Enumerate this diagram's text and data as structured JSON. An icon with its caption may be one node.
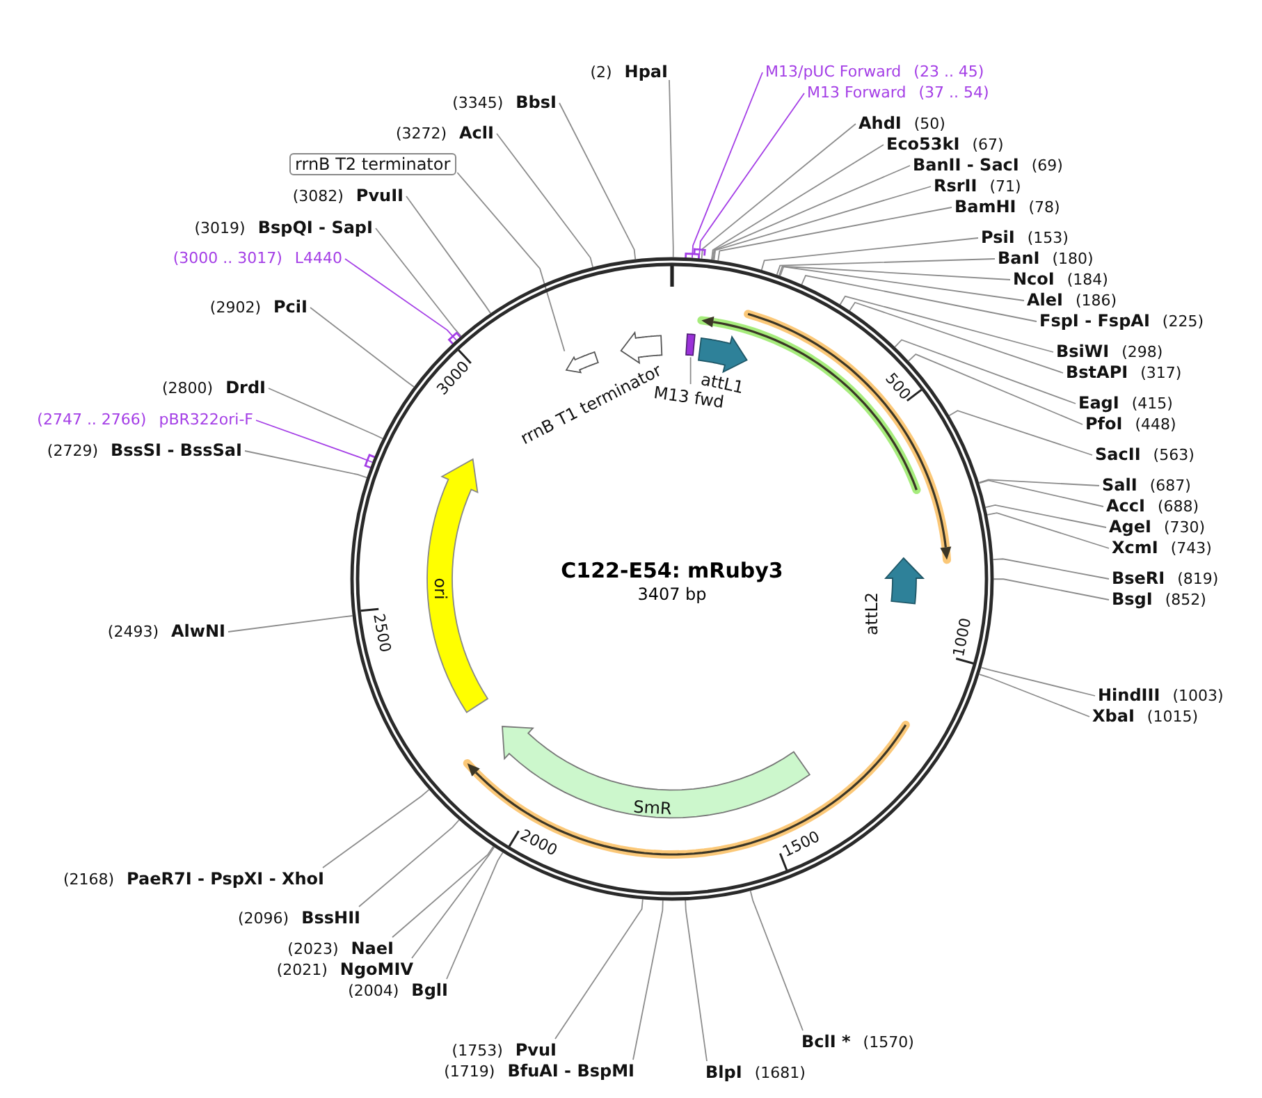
{
  "diagram": {
    "title": "C122-E54: mRuby3",
    "nodes": [
      {
        "text": [
          "(2)",
          "HpaI"
        ]
      },
      {
        "text": [
          "M13/pUC Forward",
          "(23 .. 45)"
        ]
      },
      {
        "text": [
          "M13 Forward",
          "(37 .. 54)"
        ]
      },
      {
        "text": [
          "AhdI",
          "(50)"
        ]
      },
      {
        "text": [
          "Eco53kI",
          "(67)"
        ]
      },
      {
        "text": [
          "BanII - SacI",
          "(69)"
        ]
      },
      {
        "text": [
          "RsrII",
          "(71)"
        ]
      },
      {
        "text": [
          "BamHI",
          "(78)"
        ]
      },
      {
        "text": [
          "PsiI",
          "(153)"
        ]
      },
      {
        "text": [
          "BanI",
          "(180)"
        ]
      },
      {
        "text": [
          "NcoI",
          "(184)"
        ]
      },
      {
        "text": [
          "AleI",
          "(186)"
        ]
      },
      {
        "text": [
          "FspI - FspAI",
          "(225)"
        ]
      },
      {
        "text": [
          "BsiWI",
          "(298)"
        ]
      },
      {
        "text": [
          "BstAPI",
          "(317)"
        ]
      },
      {
        "text": [
          "EagI",
          "(415)"
        ]
      },
      {
        "text": [
          "PfoI",
          "(448)"
        ]
      },
      {
        "text": [
          "SacII",
          "(563)"
        ]
      },
      {
        "text": [
          "SalI",
          "(687)"
        ]
      },
      {
        "text": [
          "AccI",
          "(688)"
        ]
      },
      {
        "text": [
          "AgeI",
          "(730)"
        ]
      },
      {
        "text": [
          "XcmI",
          "(743)"
        ]
      },
      {
        "text": [
          "BseRI",
          "(819)"
        ]
      },
      {
        "text": [
          "BsgI",
          "(852)"
        ]
      },
      {
        "text": [
          "HindIII",
          "(1003)"
        ]
      },
      {
        "text": [
          "XbaI",
          "(1015)"
        ]
      },
      {
        "text": [
          "BclI *",
          "(1570)"
        ]
      },
      {
        "text": [
          "BlpI",
          "(1681)"
        ]
      },
      {
        "text": [
          "(1753)",
          "PvuI"
        ]
      },
      {
        "text": [
          "(1719)",
          "BfuAI - BspMI"
        ]
      },
      {
        "text": [
          "(2004)",
          "BglI"
        ]
      },
      {
        "text": [
          "(2021)",
          "NgoMIV"
        ]
      },
      {
        "text": [
          "(2023)",
          "NaeI"
        ]
      },
      {
        "text": [
          "(2096)",
          "BssHII"
        ]
      },
      {
        "text": [
          "(2168)",
          "PaeR7I - PspXI - XhoI"
        ]
      },
      {
        "text": [
          "(2493)",
          "AlwNI"
        ]
      },
      {
        "text": [
          "(2729)",
          "BssSI - BssSaI"
        ]
      },
      {
        "text": [
          "(2747 .. 2766)",
          "pBR322ori-F"
        ]
      },
      {
        "text": [
          "(2800)",
          "DrdI"
        ]
      },
      {
        "text": [
          "(2902)",
          "PciI"
        ]
      },
      {
        "text": [
          "(3000 .. 3017)",
          "L4440"
        ]
      },
      {
        "text": [
          "(3019)",
          "BspQI - SapI"
        ]
      },
      {
        "text": [
          "(3082)",
          "PvuII"
        ]
      },
      {
        "text": [
          "rrnB T2 terminator"
        ]
      },
      {
        "text": [
          "(3272)",
          "AclI"
        ]
      },
      {
        "text": [
          "(3345)",
          "BbsI"
        ]
      },
      {
        "text": [],
        "shape": "circle"
      },
      {
        "text": [],
        "shape": "arrow",
        "in": 46
      },
      {
        "text": [
          "rrnB T1 terminator"
        ],
        "in": 46
      },
      {
        "text": [
          "M13 fwd"
        ],
        "in": 46
      },
      {
        "text": [],
        "shape": "box",
        "in": 46
      },
      {
        "text": [
          "attL1"
        ],
        "in": 46
      },
      {
        "text": [
          "attL2"
        ],
        "in": 46
      },
      {
        "text": [
          "SmR"
        ],
        "in": 46
      },
      {
        "text": [
          "ori"
        ],
        "in": 46
      }
    ],
    "edges": [
      {
        "from": 0,
        "to": 46,
        "arrow": "none"
      },
      {
        "from": 1,
        "to": 46,
        "arrow": "none",
        "color": "#a43ee6"
      },
      {
        "from": 2,
        "to": 46,
        "arrow": "none",
        "color": "#a43ee6"
      },
      {
        "from": 3,
        "to": 46,
        "arrow": "none"
      },
      {
        "from": 4,
        "to": 46,
        "arrow": "none"
      },
      {
        "from": 5,
        "to": 46,
        "arrow": "none"
      },
      {
        "from": 6,
        "to": 46,
        "arrow": "none"
      },
      {
        "from": 7,
        "to": 46,
        "arrow": "none"
      },
      {
        "from": 8,
        "to": 46,
        "arrow": "none"
      },
      {
        "from": 9,
        "to": 46,
        "arrow": "none"
      },
      {
        "from": 10,
        "to": 46,
        "arrow": "none"
      },
      {
        "from": 11,
        "to": 46,
        "arrow": "none"
      },
      {
        "from": 12,
        "to": 46,
        "arrow": "none"
      },
      {
        "from": 13,
        "to": 46,
        "arrow": "none"
      },
      {
        "from": 14,
        "to": 46,
        "arrow": "none"
      },
      {
        "from": 15,
        "to": 46,
        "arrow": "none"
      },
      {
        "from": 16,
        "to": 46,
        "arrow": "none"
      },
      {
        "from": 17,
        "to": 46,
        "arrow": "none"
      },
      {
        "from": 18,
        "to": 46,
        "arrow": "none"
      },
      {
        "from": 19,
        "to": 46,
        "arrow": "none"
      },
      {
        "from": 20,
        "to": 46,
        "arrow": "none"
      },
      {
        "from": 21,
        "to": 46,
        "arrow": "none"
      },
      {
        "from": 22,
        "to": 46,
        "arrow": "none"
      },
      {
        "from": 23,
        "to": 46,
        "arrow": "none"
      },
      {
        "from": 24,
        "to": 46,
        "arrow": "none"
      },
      {
        "from": 25,
        "to": 46,
        "arrow": "none"
      },
      {
        "from": 26,
        "to": 46,
        "arrow": "none"
      },
      {
        "from": 27,
        "to": 46,
        "arrow": "none"
      },
      {
        "from": 28,
        "to": 46,
        "arrow": "none"
      },
      {
        "from": 29,
        "to": 46,
        "arrow": "none"
      },
      {
        "from": 30,
        "to": 46,
        "arrow": "none"
      },
      {
        "from": 31,
        "to": 46,
        "arrow": "none"
      },
      {
        "from": 32,
        "to": 46,
        "arrow": "none"
      },
      {
        "from": 33,
        "to": 46,
        "arrow": "none"
      },
      {
        "from": 34,
        "to": 46,
        "arrow": "none"
      },
      {
        "from": 35,
        "to": 46,
        "arrow": "none"
      },
      {
        "from": 36,
        "to": 46,
        "arrow": "none"
      },
      {
        "from": 37,
        "to": 46,
        "arrow": "none",
        "color": "#a43ee6"
      },
      {
        "from": 38,
        "to": 46,
        "arrow": "none"
      },
      {
        "from": 39,
        "to": 46,
        "arrow": "none"
      },
      {
        "from": 40,
        "to": 46,
        "arrow": "none",
        "color": "#a43ee6"
      },
      {
        "from": 41,
        "to": 46,
        "arrow": "none"
      },
      {
        "from": 42,
        "to": 46,
        "arrow": "none"
      },
      {
        "from": 43,
        "to": 47,
        "arrow": "none"
      },
      {
        "from": 44,
        "to": 46,
        "arrow": "none"
      },
      {
        "from": 45,
        "to": 46,
        "arrow": "none"
      },
      {
        "from": 49,
        "to": 50,
        "arrow": "none"
      }
    ],
    "labels": [
      "3407 bp",
      "500",
      "1000",
      "1500",
      "2000",
      "2500",
      "3000"
    ]
  }
}
